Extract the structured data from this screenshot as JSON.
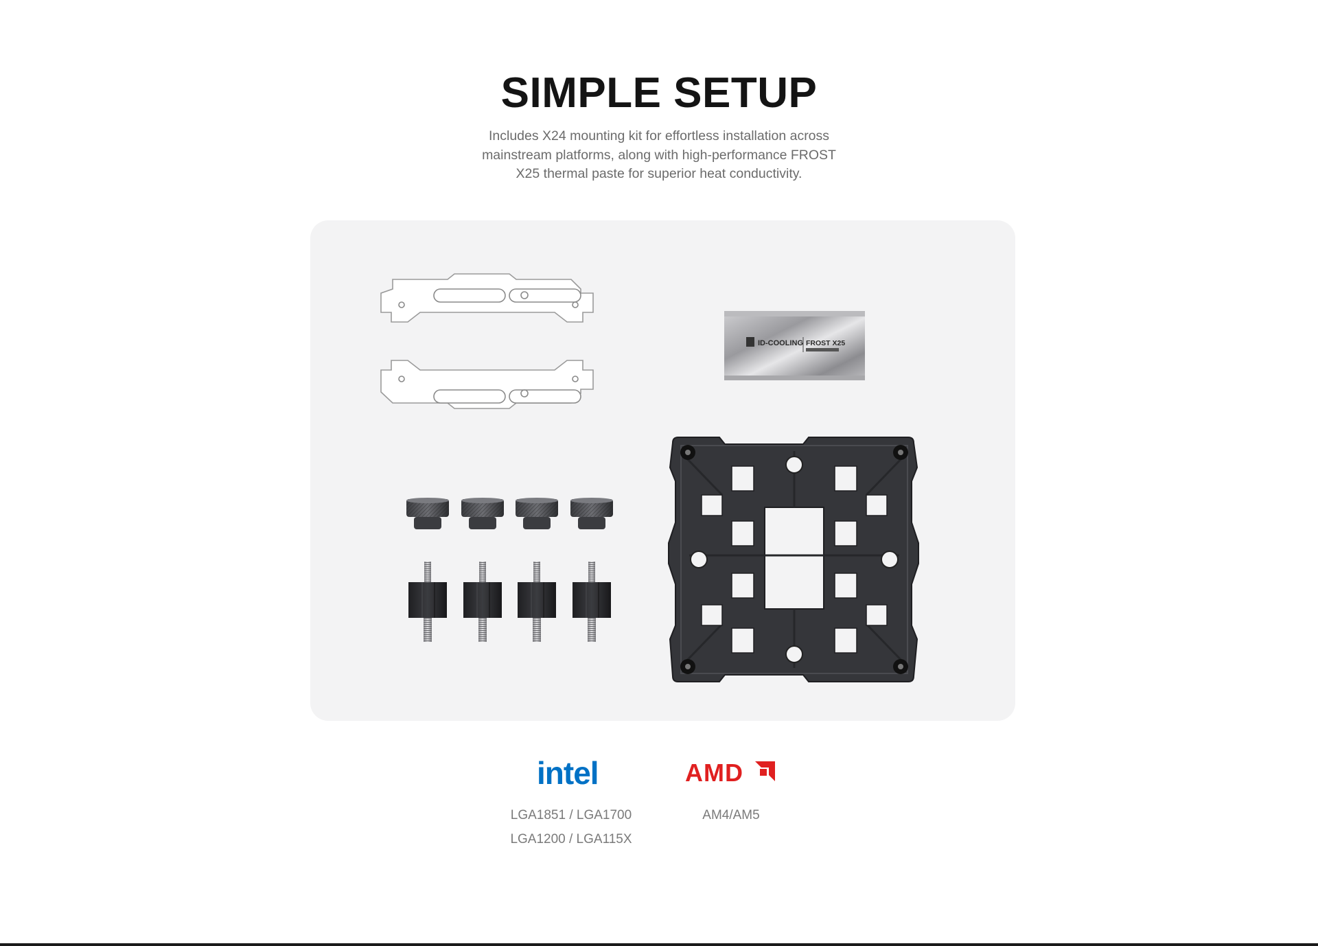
{
  "header": {
    "title": "SIMPLE SETUP",
    "description_lines": [
      "Includes X24 mounting kit for effortless installation across",
      "mainstream platforms, along with high-performance FROST",
      "X25 thermal paste for superior heat conductivity."
    ]
  },
  "kit": {
    "paste_packet": {
      "brand": "ID-COOLING",
      "product": "FROST X25"
    }
  },
  "platforms": {
    "intel": {
      "logo_text": "intel",
      "logo_color": "#0071c5",
      "sockets": [
        "LGA1851 / LGA1700",
        "LGA1200 / LGA115X"
      ]
    },
    "amd": {
      "logo_text": "AMD",
      "logo_color": "#e02020",
      "sockets": [
        "AM4/AM5"
      ]
    }
  },
  "colors": {
    "panel_bg": "#f3f3f4",
    "title": "#141414",
    "body_text": "#6b6b6b"
  }
}
